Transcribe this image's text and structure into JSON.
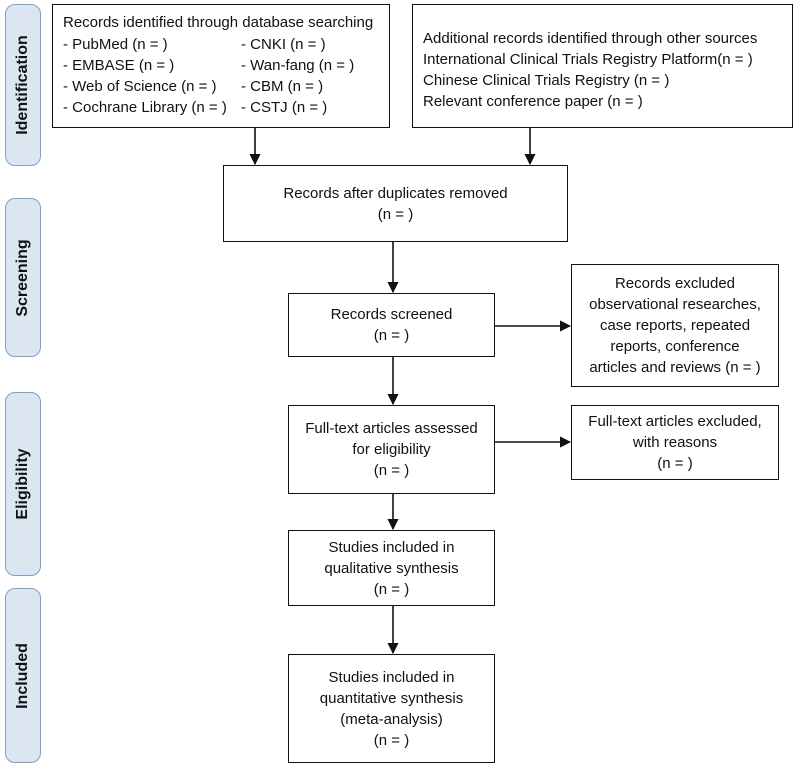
{
  "phases": {
    "identification": "Identification",
    "screening": "Screening",
    "eligibility": "Eligibility",
    "included": "Included"
  },
  "database_search": {
    "title": "Records identified through database searching",
    "left_sources": [
      "- PubMed (n =  )",
      "- EMBASE (n =  )",
      "- Web of Science (n =  )",
      "- Cochrane Library (n =  )"
    ],
    "right_sources": [
      "- CNKI (n =  )",
      "- Wan-fang (n =  )",
      "- CBM (n =  )",
      "- CSTJ (n =  )"
    ]
  },
  "other_sources": {
    "title": "Additional records identified through other sources",
    "items": [
      "International Clinical Trials Registry Platform(n =  )",
      "Chinese Clinical Trials Registry (n =  )",
      "Relevant conference paper (n =  )"
    ]
  },
  "duplicates_removed": {
    "line1": "Records after duplicates removed",
    "count": "(n =   )"
  },
  "records_screened": {
    "line1": "Records screened",
    "count": "(n =   )"
  },
  "records_excluded": {
    "lines": [
      "Records excluded",
      "observational researches,",
      "case reports, repeated",
      "reports, conference",
      "articles and reviews (n =   )"
    ]
  },
  "fulltext_assessed": {
    "lines": [
      "Full-text articles assessed",
      "for eligibility"
    ],
    "count": "(n =   )"
  },
  "fulltext_excluded": {
    "lines": [
      "Full-text articles excluded,",
      "with reasons"
    ],
    "count": "(n =   )"
  },
  "qualitative": {
    "lines": [
      "Studies included in",
      "qualitative synthesis"
    ],
    "count": "(n =   )"
  },
  "quantitative": {
    "lines": [
      "Studies included in",
      "quantitative synthesis",
      "(meta-analysis)"
    ],
    "count": "(n =   )"
  }
}
